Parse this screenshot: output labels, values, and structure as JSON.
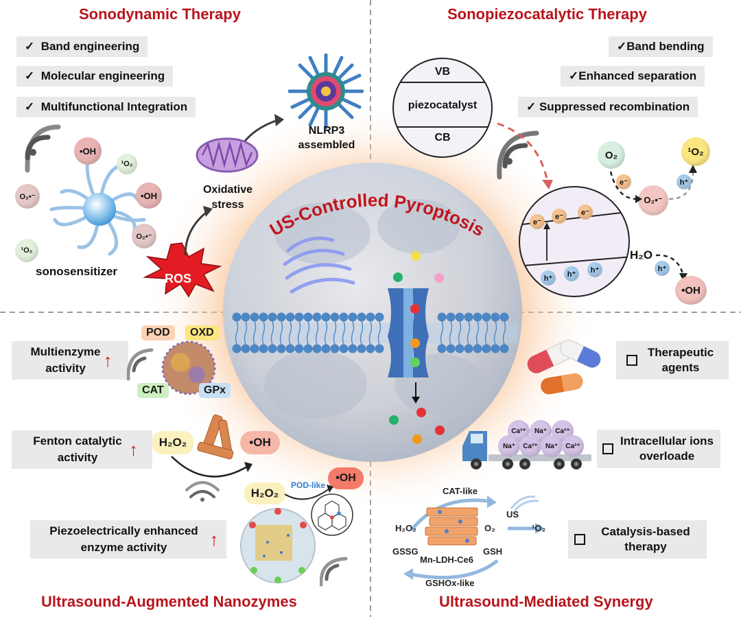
{
  "quadrants": {
    "top_left": {
      "title": "Sonodynamic Therapy",
      "checks": [
        "Band engineering",
        "Molecular engineering",
        "Multifunctional Integration"
      ],
      "check_mark": "✓",
      "species": [
        "•OH",
        "¹O₂",
        "•OH",
        "O₂•⁻",
        "O₂•⁻",
        "¹O₂"
      ],
      "sonosensitizer_label": "sonosensitizer",
      "ros_label": "ROS",
      "oxidative_stress_label": "Oxidative stress",
      "nlrp3_label": "NLRP3 assembled"
    },
    "top_right": {
      "title": "Sonopiezocatalytic Therapy",
      "checks": [
        "✓Band bending",
        "✓Enhanced separation",
        "✓ Suppressed recombination"
      ],
      "band": {
        "vb": "VB",
        "middle": "piezocatalyst",
        "cb": "CB"
      },
      "electron": "e⁻",
      "hole": "h⁺",
      "o2": "O₂",
      "singlet_o2": "¹O₂",
      "superoxide": "O₂•⁻",
      "water": "H₂O",
      "hydroxyl": "•OH"
    },
    "bottom_left": {
      "title": "Ultrasound-Augmented Nanozymes",
      "boxes": [
        "Multienzyme activity",
        "Fenton catalytic activity",
        "Piezoelectrically enhanced enzyme activity"
      ],
      "up_arrow": "↑",
      "enzymes": [
        "POD",
        "OXD",
        "CAT",
        "GPx"
      ],
      "h2o2": "H₂O₂",
      "hydroxyl": "•OH",
      "pod_like": "POD-like"
    },
    "bottom_right": {
      "title": "Ultrasound-Mediated Synergy",
      "boxes": [
        "Therapeutic agents",
        "Intracellular ions overloade",
        "Catalysis-based therapy"
      ],
      "ions": [
        "Ca²⁺",
        "Na⁺",
        "Ca²⁺",
        "Na⁺",
        "Ca²⁺",
        "Na⁺",
        "Ca²⁺"
      ],
      "cat_like": "CAT-like",
      "us": "US",
      "h2o2": "H₂O₂",
      "o2": "O₂",
      "singlet_o2": "¹O₂",
      "gssg": "GSSG",
      "gsh": "GSH",
      "mn": "Mn-LDH-Ce6",
      "gshox": "GSHOx-like"
    }
  },
  "center": {
    "label": "US-Controlled Pyroptosis"
  },
  "colors": {
    "title_red": "#b8141c",
    "glow_orange": "#f6883a",
    "membrane_blue": "#4d86c4"
  }
}
